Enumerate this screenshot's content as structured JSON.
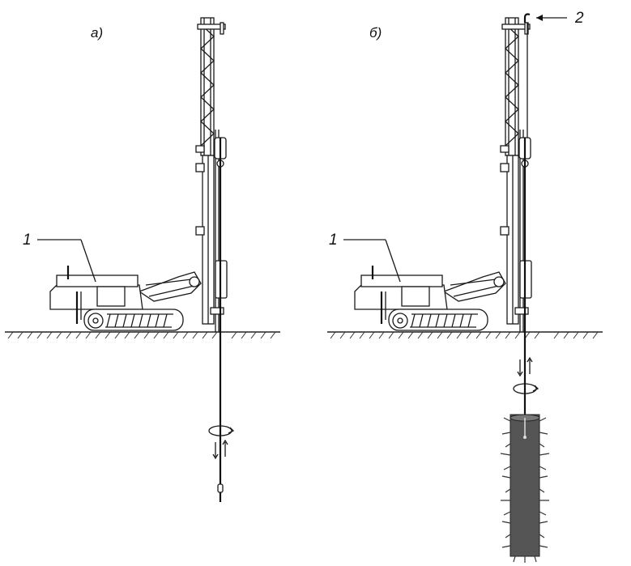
{
  "panel_a": {
    "label": "а)",
    "callout_1": "1"
  },
  "panel_b": {
    "label": "б)",
    "callout_1": "1",
    "callout_2": "2"
  }
}
